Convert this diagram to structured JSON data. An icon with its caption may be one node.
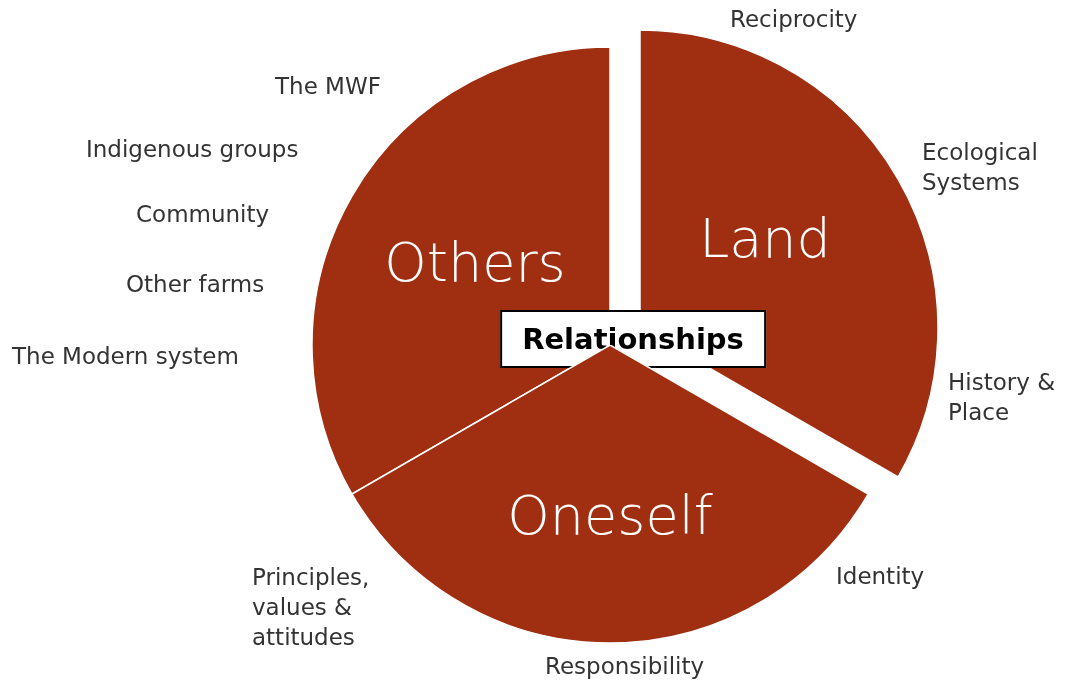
{
  "diagram": {
    "nodes": [
      {
        "text": [
          "Others"
        ],
        "beside": [
          "The MWF",
          "Indigenous groups",
          "Community",
          "Other farms",
          "The Modern system"
        ]
      },
      {
        "text": [
          "Land"
        ],
        "beside": [
          "Reciprocity",
          "Ecological Systems",
          "History & Place"
        ]
      },
      {
        "text": [
          "Relationships"
        ]
      },
      {
        "text": [
          "Oneself"
        ],
        "beside": [
          "Identity",
          "Responsibility",
          "Principles, values & attitudes"
        ]
      }
    ],
    "edges": []
  }
}
